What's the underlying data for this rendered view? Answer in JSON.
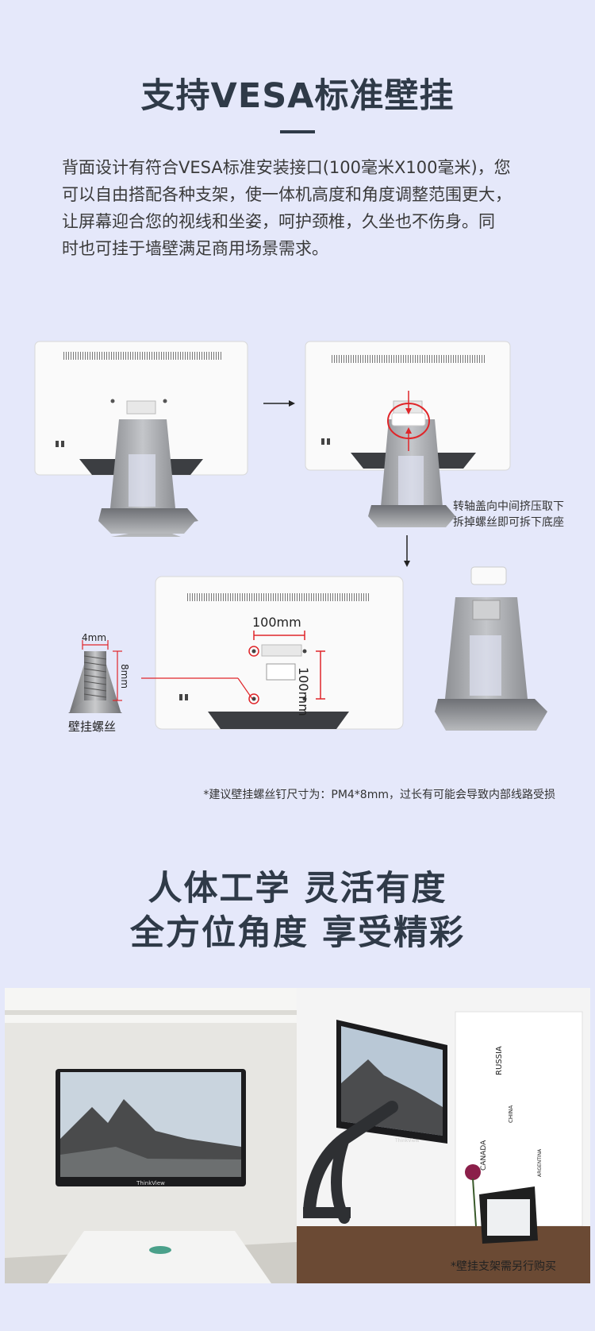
{
  "header": {
    "title": "支持VESA标准壁挂",
    "description": [
      "背面设计有符合VESA标准安装接口(100毫米X100毫米)，您",
      "可以自由搭配各种支架，使一体机高度和角度调整范围更大，",
      "让屏幕迎合您的视线和坐姿，呵护颈椎，久坐也不伤身。同",
      "时也可挂于墙壁满足商用场景需求。"
    ]
  },
  "diagram": {
    "step_caption_line1": "转轴盖向中间挤压取下",
    "step_caption_line2": "拆掉螺丝即可拆下底座",
    "dim_horizontal": "100mm",
    "dim_vertical": "100mm",
    "screw_width": "4mm",
    "screw_length": "8mm",
    "screw_label": "壁挂螺丝",
    "note": "*建议壁挂螺丝钉尺寸为：PM4*8mm，过长有可能会导致内部线路受损"
  },
  "section2": {
    "line1": "人体工学 灵活有度",
    "line2": "全方位角度 享受精彩"
  },
  "photos": {
    "brand": "ThinkView",
    "arm_note": "*壁挂支架需另行购买",
    "map_words": [
      "RUSSIA",
      "CANADA",
      "CHINA",
      "ARGENTINA"
    ]
  },
  "colors": {
    "background": "#e5e8fa",
    "heading": "#2f3a48",
    "accent_red": "#e0262a",
    "stand_gray": "#9ea0a4"
  }
}
